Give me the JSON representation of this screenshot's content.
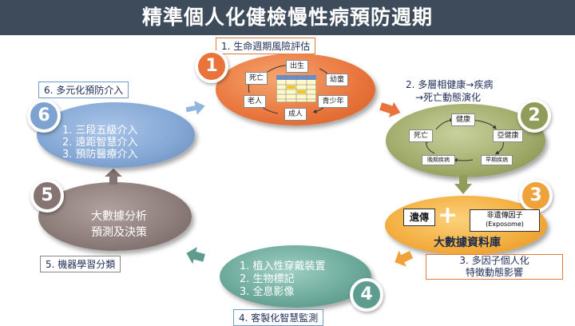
{
  "title": "精準個人化健檢慢性病預防週期",
  "steps": [
    {
      "num": "1",
      "label": "1. 生命週期風險評估",
      "nodes": [
        "出生",
        "幼童",
        "青少年",
        "成人",
        "老人",
        "死亡"
      ]
    },
    {
      "num": "2",
      "label_line1": "2. 多層相健康→疾病",
      "label_line2": "→死亡動態演化",
      "nodes": [
        "健康",
        "亞健康",
        "早期疾病",
        "晚期疾病",
        "死亡"
      ]
    },
    {
      "num": "3",
      "label_line1": "3. 多因子個人化",
      "label_line2": "特徵動態影響",
      "genetic": "遺傳",
      "plus": "+",
      "nongenetic_line1": "非遺傳因子",
      "nongenetic_line2": "(Exposome)",
      "center_text": "大數據資料庫"
    },
    {
      "num": "4",
      "label": "4. 客製化智慧監測",
      "items": [
        "1. 植入性穿戴裝置",
        "2. 生物標記",
        "3. 全息影像"
      ]
    },
    {
      "num": "5",
      "label": "5. 機器學習分類",
      "center_line1": "大數據分析",
      "center_line2": "預測及決策"
    },
    {
      "num": "6",
      "label": "6. 多元化預防介入",
      "items": [
        "1. 三段五級介入",
        "2. 遠距智慧介入",
        "3. 預防醫療介入"
      ]
    }
  ],
  "colors": {
    "title_bar": "#3e4b5b",
    "step1": "#e8743b",
    "step2": "#8f9c5a",
    "step3": "#f0a23a",
    "step4": "#5d9c8e",
    "step5": "#857472",
    "step6": "#7fa3d1",
    "arrow": "#8fb7dd"
  }
}
